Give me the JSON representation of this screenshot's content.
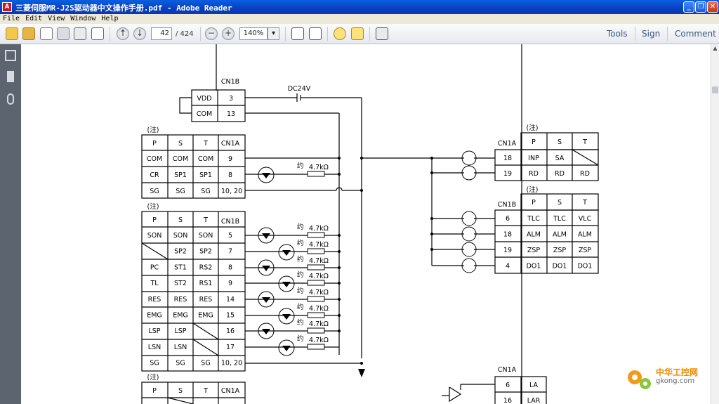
{
  "window": {
    "title": "三菱伺服MR-J2S驱动器中文操作手册.pdf - Adobe Reader",
    "buttons": [
      "_",
      "❐",
      "✕"
    ]
  },
  "menu": [
    "File",
    "Edit",
    "View",
    "Window",
    "Help"
  ],
  "toolbar": {
    "page_current": "42",
    "page_total": "/ 424",
    "zoom": "140%",
    "tools_label": "Tools",
    "sign_label": "Sign",
    "comment_label": "Comment"
  },
  "watermark": {
    "text_cn": "中华工控网",
    "text_en": "gkong.com"
  },
  "doc": {
    "cn1b_top": {
      "label": "CN1B",
      "rows": [
        [
          "VDD",
          "3"
        ],
        [
          "COM",
          "13"
        ]
      ],
      "supply": "DC24V"
    },
    "note": "(注)",
    "block1": {
      "conn": "CN1A",
      "header": [
        "P",
        "S",
        "T"
      ],
      "rows": [
        [
          "COM",
          "COM",
          "COM",
          "9"
        ],
        [
          "CR",
          "SP1",
          "SP1",
          "8"
        ],
        [
          "SG",
          "SG",
          "SG",
          "10, 20"
        ]
      ]
    },
    "block2": {
      "conn": "CN1B",
      "header": [
        "P",
        "S",
        "T"
      ],
      "rows": [
        [
          "SON",
          "SON",
          "SON",
          "5"
        ],
        [
          "",
          "SP2",
          "SP2",
          "7"
        ],
        [
          "PC",
          "ST1",
          "RS2",
          "8"
        ],
        [
          "TL",
          "ST2",
          "RS1",
          "9"
        ],
        [
          "RES",
          "RES",
          "RES",
          "14"
        ],
        [
          "EMG",
          "EMG",
          "EMG",
          "15"
        ],
        [
          "LSP",
          "LSP",
          "",
          "16"
        ],
        [
          "LSN",
          "LSN",
          "",
          "17"
        ],
        [
          "SG",
          "SG",
          "SG",
          "10, 20"
        ]
      ]
    },
    "block3": {
      "conn": "CN1A",
      "header": [
        "P",
        "S",
        "T"
      ]
    },
    "resistor": "4.7kΩ",
    "yue": "约",
    "right1": {
      "conn": "CN1A",
      "header": [
        "P",
        "S",
        "T"
      ],
      "rows": [
        [
          "18",
          "INP",
          "SA",
          ""
        ],
        [
          "19",
          "RD",
          "RD",
          "RD"
        ]
      ]
    },
    "right2": {
      "conn": "CN1B",
      "header": [
        "P",
        "S",
        "T"
      ],
      "rows": [
        [
          "6",
          "TLC",
          "TLC",
          "VLC"
        ],
        [
          "18",
          "ALM",
          "ALM",
          "ALM"
        ],
        [
          "19",
          "ZSP",
          "ZSP",
          "ZSP"
        ],
        [
          "4",
          "DO1",
          "DO1",
          "DO1"
        ]
      ]
    },
    "right3": {
      "conn": "CN1A",
      "rows": [
        [
          "6",
          "LA"
        ],
        [
          "16",
          "LAR"
        ]
      ]
    }
  },
  "colors": {
    "title_bar": "#0a4fd0",
    "side_panel": "#5c6470",
    "tool_text": "#35578a"
  },
  "icons": [
    "create-pdf-icon",
    "open-icon",
    "edit-icon",
    "save-icon",
    "print-icon",
    "email-icon",
    "page-up-icon",
    "page-down-icon",
    "zoom-out-icon",
    "zoom-in-icon",
    "fit-page-icon",
    "fit-width-icon",
    "comment-bubble-icon",
    "highlight-icon",
    "fullscreen-icon",
    "pages-panel-icon",
    "bookmarks-panel-icon",
    "attachments-icon"
  ]
}
